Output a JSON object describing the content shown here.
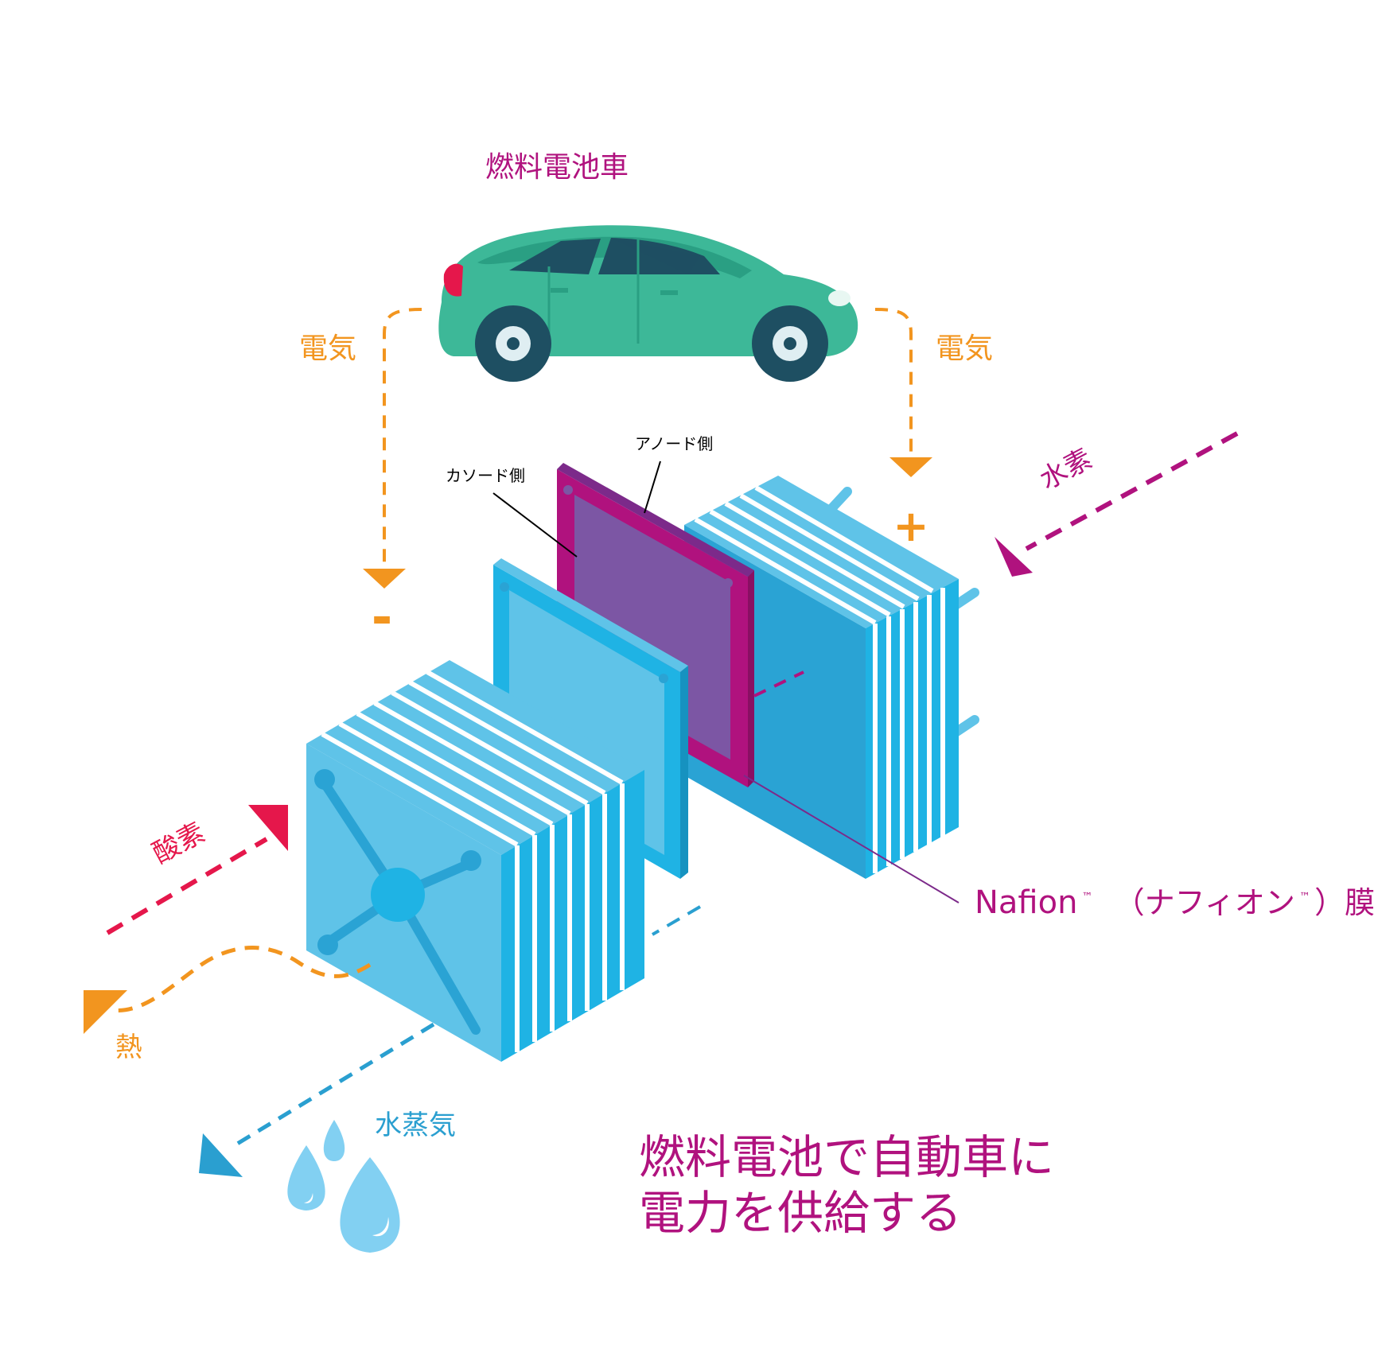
{
  "car": {
    "title": "燃料電池車"
  },
  "labels": {
    "electricity_left": "電気",
    "electricity_right": "電気",
    "hydrogen": "水素",
    "oxygen": "酸素",
    "heat": "熱",
    "water_vapor": "水蒸気",
    "cathode_side": "カソード側",
    "anode_side": "アノード側",
    "terminal_negative": "-",
    "terminal_positive": "+"
  },
  "membrane": {
    "brand": "Nafion",
    "tm_mark": "™",
    "katakana": "（ナフィオン",
    "tm_mark_2": "™",
    "suffix": "）膜"
  },
  "caption": {
    "line1": "燃料電池で自動車に",
    "line2": "電力を供給する"
  },
  "colors": {
    "magenta": "#b0127e",
    "orange": "#f2951f",
    "blue": "#1fb3e4",
    "light_blue": "#5fc3e8",
    "red": "#e5174b",
    "car_green": "#3db898",
    "car_dark": "#1e4f62",
    "membrane_purple": "#7c56a4"
  },
  "icons": [
    "car-icon",
    "water-drop-icon",
    "arrow-icon"
  ]
}
